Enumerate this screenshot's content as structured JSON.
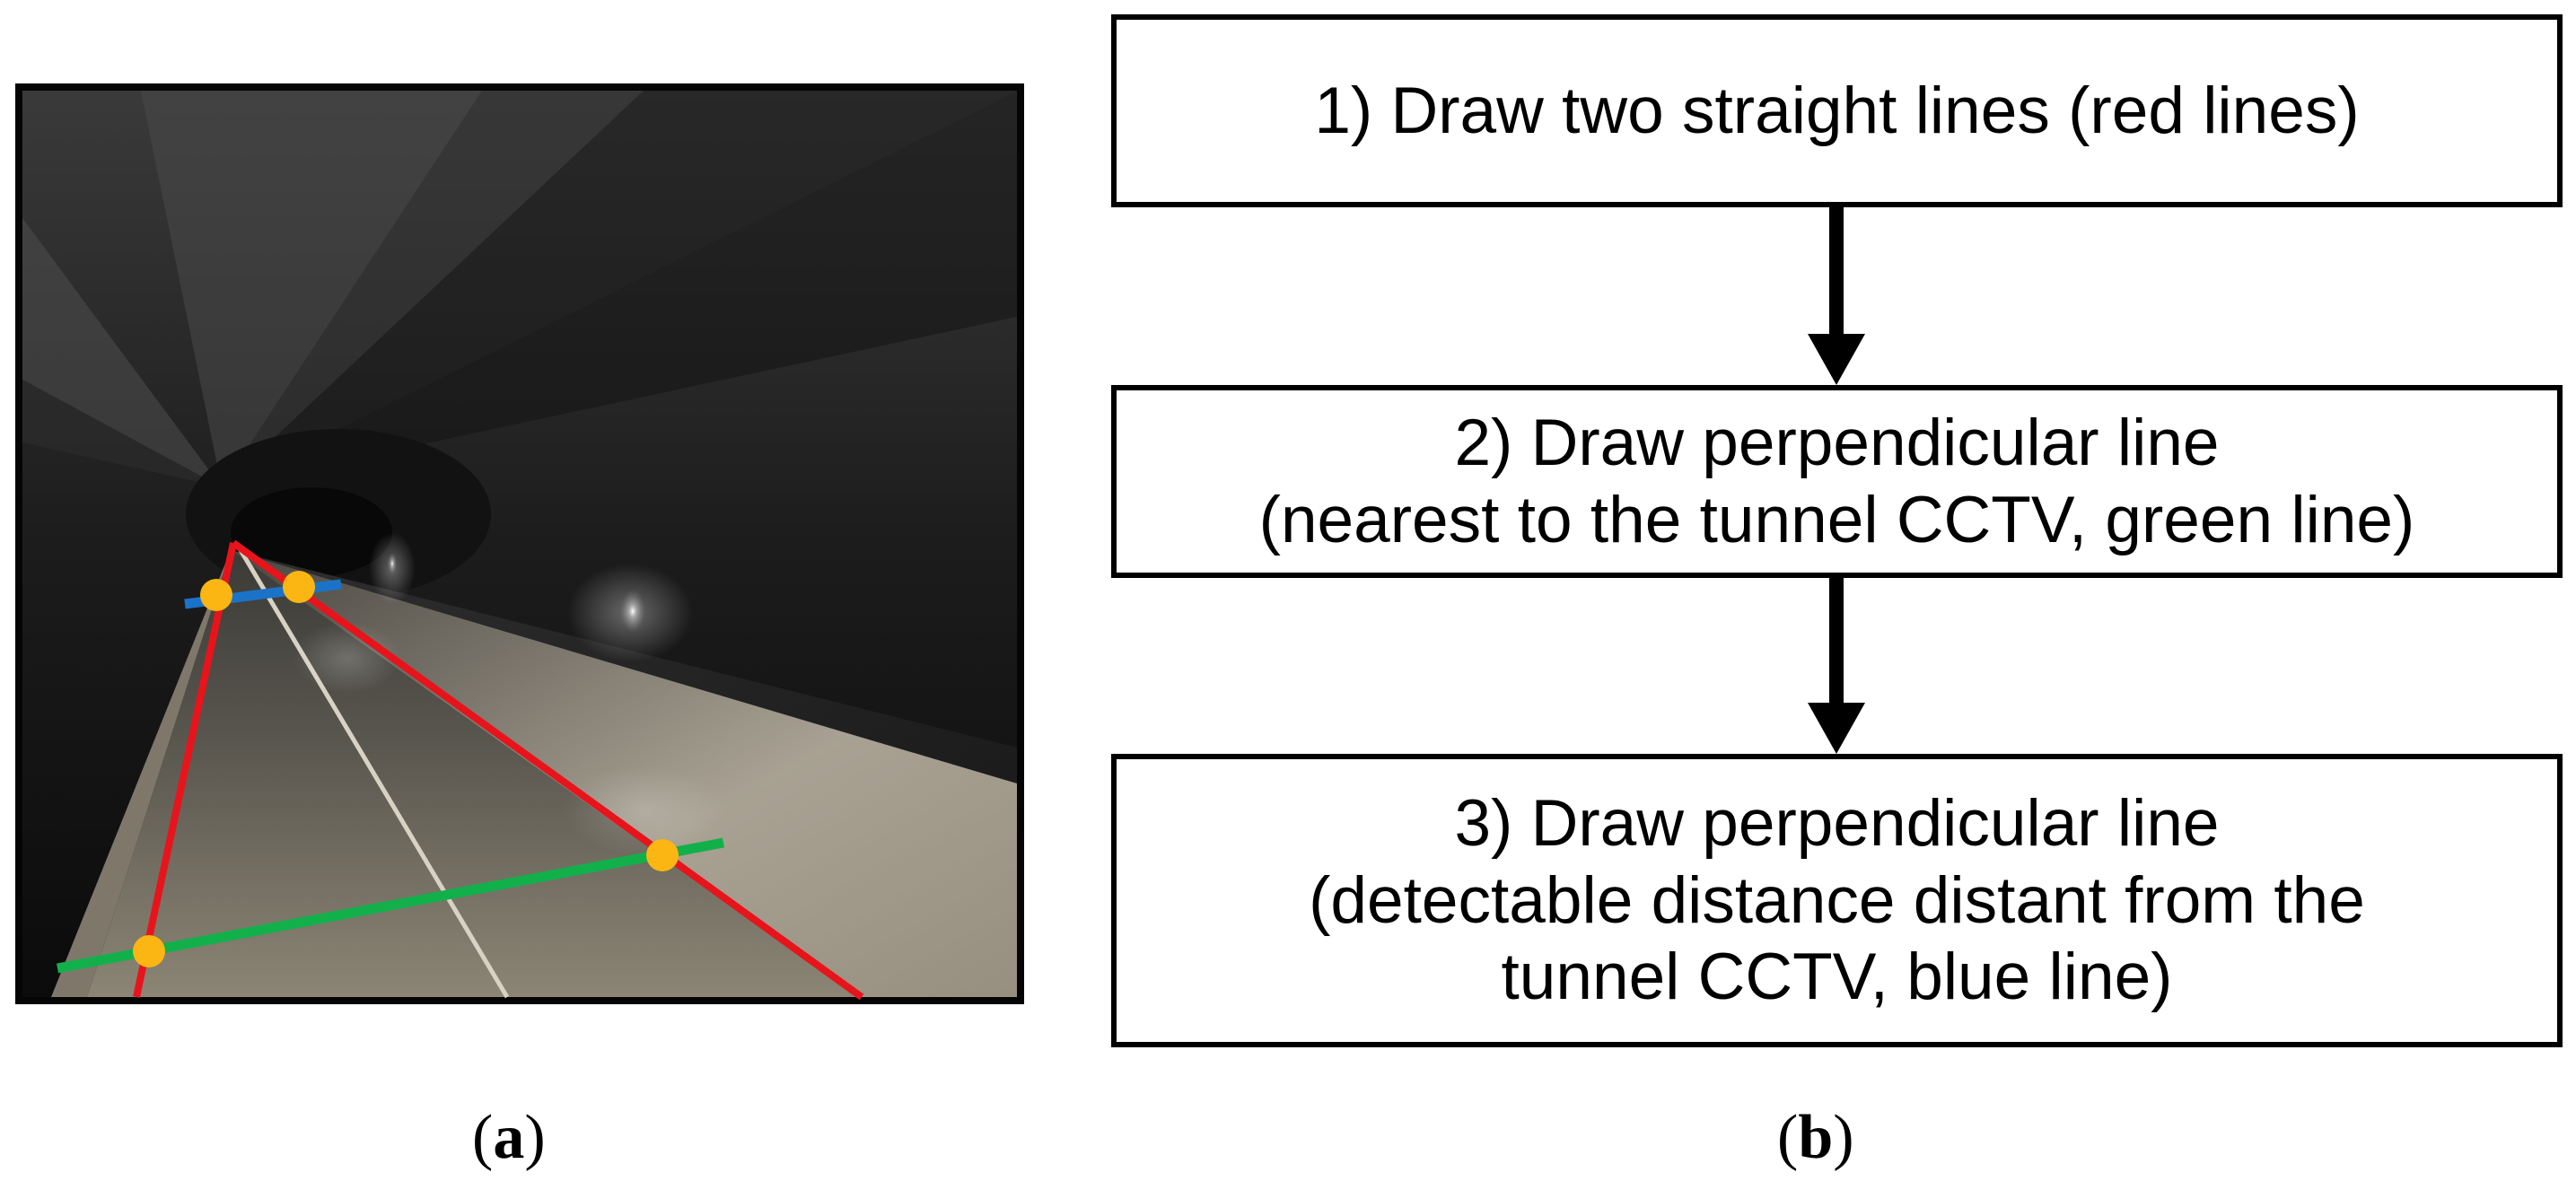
{
  "panel_a": {
    "caption_open": "(",
    "caption_letter": "a",
    "caption_close": ")",
    "line_colors": {
      "red": "#e8141b",
      "green": "#12b04b",
      "blue": "#1a73c8",
      "marker": "#fbb613"
    }
  },
  "panel_b": {
    "caption_open": "(",
    "caption_letter": "b",
    "caption_close": ")",
    "steps": [
      {
        "lines": [
          "1) Draw two straight lines (red lines)"
        ]
      },
      {
        "lines": [
          "2) Draw perpendicular line",
          "(nearest to the tunnel CCTV, green line)"
        ]
      },
      {
        "lines": [
          "3) Draw perpendicular line",
          "(detectable distance distant from the",
          "tunnel CCTV, blue line)"
        ]
      }
    ]
  }
}
